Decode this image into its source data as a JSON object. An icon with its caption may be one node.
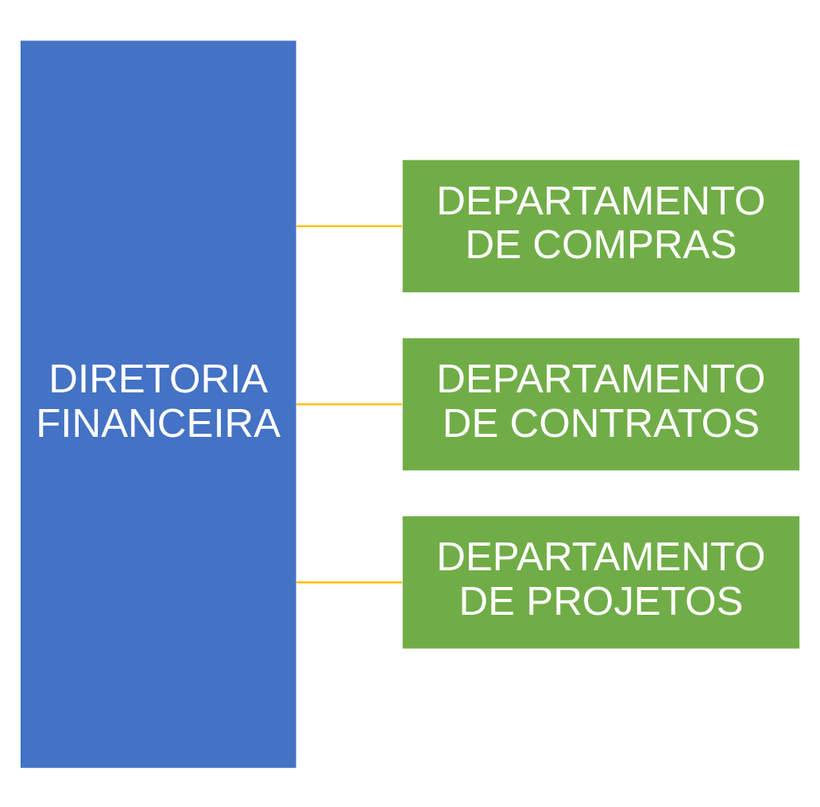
{
  "diagram": {
    "nodes": [
      {
        "text": [
          "DIRETORIA FINANCEIRA"
        ]
      },
      {
        "text": [
          "DEPARTAMENTO DE COMPRAS"
        ]
      },
      {
        "text": [
          "DEPARTAMENTO DE CONTRATOS"
        ]
      },
      {
        "text": [
          "DEPARTAMENTO DE PROJETOS"
        ]
      }
    ],
    "edges": [
      {
        "from": 0,
        "to": 1,
        "arrow": "none"
      },
      {
        "from": 0,
        "to": 2,
        "arrow": "none"
      },
      {
        "from": 0,
        "to": 3,
        "arrow": "none"
      }
    ]
  }
}
